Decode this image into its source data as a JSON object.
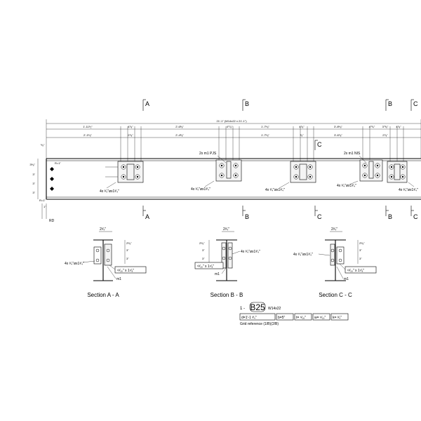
{
  "drawing": {
    "overall_dimension": "21'-1\" (W14x22 x 21'-1\")",
    "grid_ref_left": "A",
    "grid_ref_mid": "B",
    "grid_ref_right_c": "C",
    "grid_ref_right_b": "B",
    "grid_ref_far_c": "C",
    "rd_label": "RD",
    "left_dims": [
      "1'-11¹⁄₂\"",
      "2'-1⁵⁄₈\""
    ],
    "top_dims": [
      "4⁷⁄₈\"",
      "2'-6³⁄₈\"",
      "4\"⁷⁄₈\"",
      "1'-7⁵⁄₈\"",
      "4⁷⁄₈\"",
      "3'-8⁵⁄₈\"",
      "4\"³⁄₄\"",
      "3\"³⁄₈\"",
      "4⁷⁄₈\""
    ],
    "sub_dims": [
      "2'-4³⁄₈\"",
      "1'-7⁵⁄₈\"",
      "3'-6⁷⁄₈\""
    ],
    "small_dims": [
      "2⁷⁄₈\"",
      "³⁄₈\"",
      "2⁷⁄₈\""
    ],
    "left_vert_dims": [
      "3⁵⁄₈\"",
      "3\"",
      "3\"",
      "3\""
    ],
    "left_r": "R=1\"",
    "left_r2": "R=1\"",
    "left_small": "⁵⁄₈\"",
    "left_small2": "1\"",
    "callout_pjs": "2x m1 PJS",
    "callout_nis": "2x m1 NIS",
    "bolt_callout": "4x ³⁄₄\"øx1³⁄₄\"",
    "section_a_title": "Section A - A",
    "section_b_title": "Section B - B",
    "section_c_title": "Section C - C",
    "sec_top_dim": "2³⁄₄\"",
    "sec_vert_dims": [
      "2⁵⁄₈\"",
      "3\"",
      "3\""
    ],
    "sec_bolt": "4x ³⁄₄\"øx1³⁄₄\"",
    "sec_plate": "¹³⁄₁₆\" x 1⁷⁄₈\"",
    "sec_m1": "m1",
    "mark": {
      "prefix": "1 -",
      "id": "B25",
      "shape": "W14x22",
      "props": [
        "d=1'-1 ³⁄₄\"",
        "b=5\"",
        "t= ⁵⁄₁₆\"",
        "w= ⁵⁄₁₆\"",
        "k= ³⁄₄\""
      ],
      "grid_reference": "Grid reference (1/B)(2/B)"
    }
  }
}
